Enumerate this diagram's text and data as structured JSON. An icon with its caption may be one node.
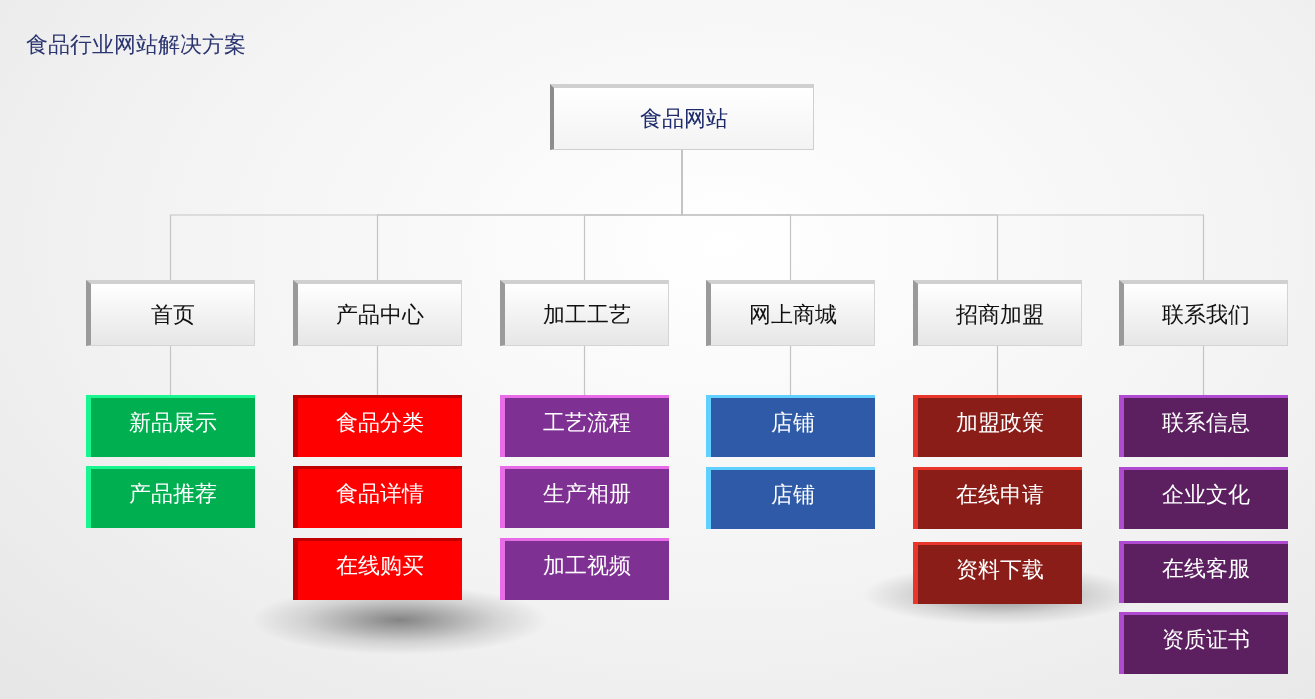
{
  "diagram": {
    "title": "食品行业网站解决方案",
    "nodes": [
      {
        "text": [
          "食品网站"
        ]
      },
      {
        "text": [
          "首页"
        ]
      },
      {
        "text": [
          "产品中心"
        ]
      },
      {
        "text": [
          "加工工艺"
        ]
      },
      {
        "text": [
          "网上商城"
        ]
      },
      {
        "text": [
          "招商加盟"
        ]
      },
      {
        "text": [
          "联系我们"
        ]
      },
      {
        "text": [
          "新品展示"
        ]
      },
      {
        "text": [
          "产品推荐"
        ]
      },
      {
        "text": [
          "食品分类"
        ]
      },
      {
        "text": [
          "食品详情"
        ]
      },
      {
        "text": [
          "在线购买"
        ]
      },
      {
        "text": [
          "工艺流程"
        ]
      },
      {
        "text": [
          "生产相册"
        ]
      },
      {
        "text": [
          "加工视频"
        ]
      },
      {
        "text": [
          "店铺"
        ]
      },
      {
        "text": [
          "店铺"
        ]
      },
      {
        "text": [
          "加盟政策"
        ]
      },
      {
        "text": [
          "在线申请"
        ]
      },
      {
        "text": [
          "资料下载"
        ]
      },
      {
        "text": [
          "联系信息"
        ]
      },
      {
        "text": [
          "企业文化"
        ]
      },
      {
        "text": [
          "在线客服"
        ]
      },
      {
        "text": [
          "资质证书"
        ]
      }
    ],
    "edges": [
      {
        "from": 0,
        "to": 1,
        "arrow": "none"
      },
      {
        "from": 0,
        "to": 2,
        "arrow": "none"
      },
      {
        "from": 0,
        "to": 3,
        "arrow": "none"
      },
      {
        "from": 0,
        "to": 4,
        "arrow": "none"
      },
      {
        "from": 0,
        "to": 5,
        "arrow": "none"
      },
      {
        "from": 0,
        "to": 6,
        "arrow": "none"
      },
      {
        "from": 1,
        "to": 7,
        "arrow": "none"
      },
      {
        "from": 2,
        "to": 9,
        "arrow": "none"
      },
      {
        "from": 3,
        "to": 12,
        "arrow": "none"
      },
      {
        "from": 4,
        "to": 15,
        "arrow": "none"
      },
      {
        "from": 5,
        "to": 17,
        "arrow": "none"
      },
      {
        "from": 6,
        "to": 20,
        "arrow": "none"
      }
    ]
  }
}
